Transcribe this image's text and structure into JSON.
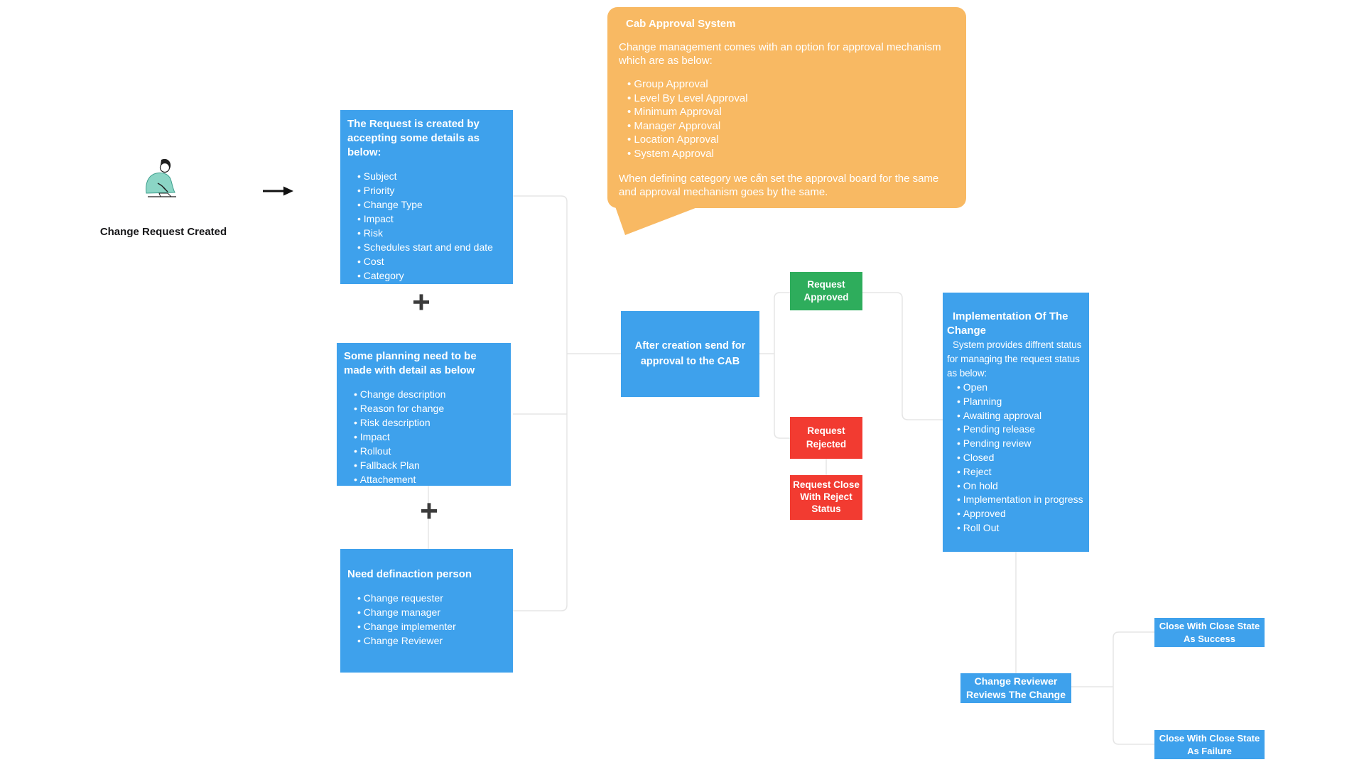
{
  "colors": {
    "blue": "#3EA1EC",
    "green": "#2EAD5C",
    "red": "#F23B31",
    "orange": "#F8B963",
    "connector": "#E5E5E5",
    "ink": "#1C1C1E"
  },
  "note": {
    "title": "Cab Approval System",
    "intro": "Change management comes with an  option for approval mechanism which are as below:",
    "bullets": [
      "Group Approval",
      "Level By Level Approval",
      "Minimum Approval",
      "Manager Approval",
      "Location Approval",
      "System Approval"
    ],
    "marker": "©",
    "footer": "When defining category we can set the approval  board for the same and approval mechanism goes by the same."
  },
  "actor": {
    "label": "Change Request Created"
  },
  "plus_symbol": "+",
  "nodes": {
    "request_details": {
      "title": "The Request is created by accepting some details as below:",
      "bullets": [
        "Subject",
        "Priority",
        "Change Type",
        "Impact",
        "Risk",
        "Schedules start and end date",
        "Cost",
        "Category"
      ]
    },
    "planning": {
      "title": "Some planning need to be made with detail as below",
      "bullets": [
        "Change description",
        "Reason for change",
        "Risk description",
        "Impact",
        "Rollout",
        "Fallback Plan",
        "Attachement"
      ]
    },
    "definaction": {
      "title": "Need definaction person",
      "bullets": [
        "Change requester",
        "Change manager",
        "Change implementer",
        "Change Reviewer"
      ]
    },
    "send_for_approval": {
      "label": "After creation send for approval to the CAB"
    },
    "request_approved": {
      "label": "Request Approved"
    },
    "request_rejected": {
      "label": "Request Rejected"
    },
    "close_with_reject": {
      "label": "Request Close With Reject Status"
    },
    "implementation": {
      "title": "Implementation Of The Change",
      "intro": "System provides diffrent status for managing the request status as below:",
      "bullets": [
        "Open",
        "Planning",
        "Awaiting approval",
        "Pending release",
        "Pending review",
        "Closed",
        "Reject",
        "On hold",
        "Implementation in progress",
        "Approved",
        "Roll Out"
      ]
    },
    "reviewer": {
      "label": "Change Reviewer Reviews The Change"
    },
    "close_success": {
      "label": "Close With Close State As Success"
    },
    "close_failure": {
      "label": "Close With Close State As Failure"
    }
  }
}
